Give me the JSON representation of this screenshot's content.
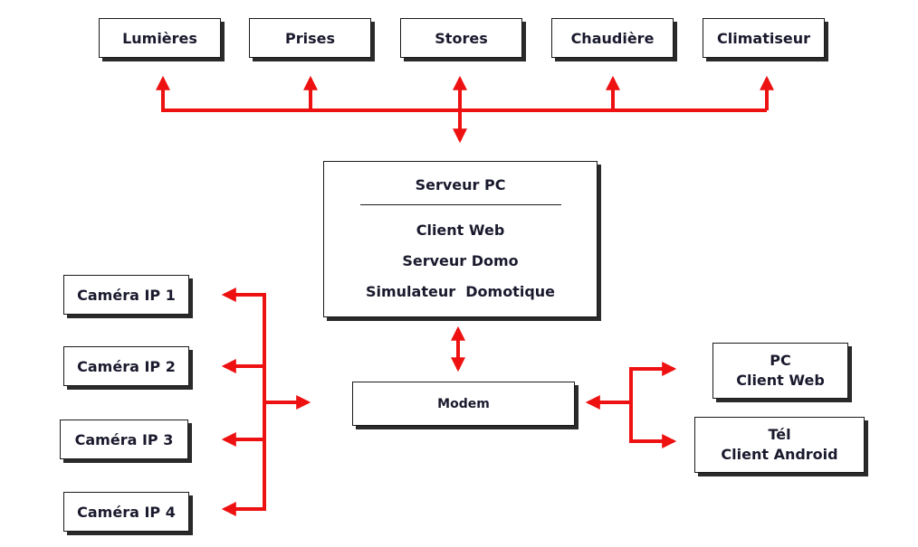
{
  "devices": [
    "Lumières",
    "Prises",
    "Stores",
    "Chaudière",
    "Climatiseur"
  ],
  "server": {
    "title": "Serveur PC",
    "lines": [
      "Client Web",
      "Serveur Domo",
      "Simulateur  Domotique"
    ]
  },
  "cameras": [
    "Caméra IP 1",
    "Caméra IP 2",
    "Caméra IP 3",
    "Caméra IP 4"
  ],
  "modem": "Modem",
  "clients": [
    {
      "line1": "PC",
      "line2": "Client Web"
    },
    {
      "line1": "Tél",
      "line2": "Client Android"
    }
  ],
  "colors": {
    "arrow": "#ee1111",
    "box_border": "#1a1a1a",
    "text": "#1a1a2e"
  }
}
